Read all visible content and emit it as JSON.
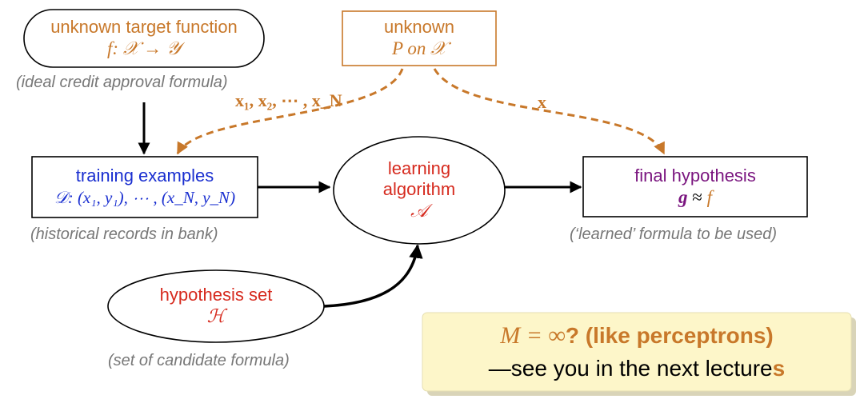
{
  "nodes": {
    "target_function": {
      "title": "unknown target function",
      "formula": "f: 𝒳 → 𝒴",
      "caption": "(ideal credit approval formula)"
    },
    "distribution": {
      "title": "unknown",
      "formula": "P on 𝒳"
    },
    "training": {
      "title": "training examples",
      "formula": "𝒟: (x₁, y₁), ⋯ , (x_N, y_N)",
      "caption": "(historical records in bank)"
    },
    "algorithm": {
      "line1": "learning",
      "line2": "algorithm",
      "symbol": "𝒜"
    },
    "final": {
      "title": "final hypothesis",
      "formula_g": "g",
      "formula_rest": " ≈ ",
      "formula_f": "f",
      "caption": "(‘learned’ formula to be used)"
    },
    "hypothesis_set": {
      "title": "hypothesis set",
      "symbol": "ℋ",
      "caption": "(set of candidate formula)"
    }
  },
  "edge_labels": {
    "samples": "x₁, x₂, ⋯ , x_N",
    "test_point": "x"
  },
  "note": {
    "line1_math": "M = ∞",
    "line1_text": "? (like perceptrons)",
    "line2_text": "—see you in the next lecture",
    "line2_last": "s"
  },
  "colors": {
    "orange": "#c8782a",
    "red": "#d62a1e",
    "blue": "#1a2fd0",
    "purple": "#7a157f",
    "caption_gray": "#777777",
    "note_bg": "#fdf6c9"
  }
}
